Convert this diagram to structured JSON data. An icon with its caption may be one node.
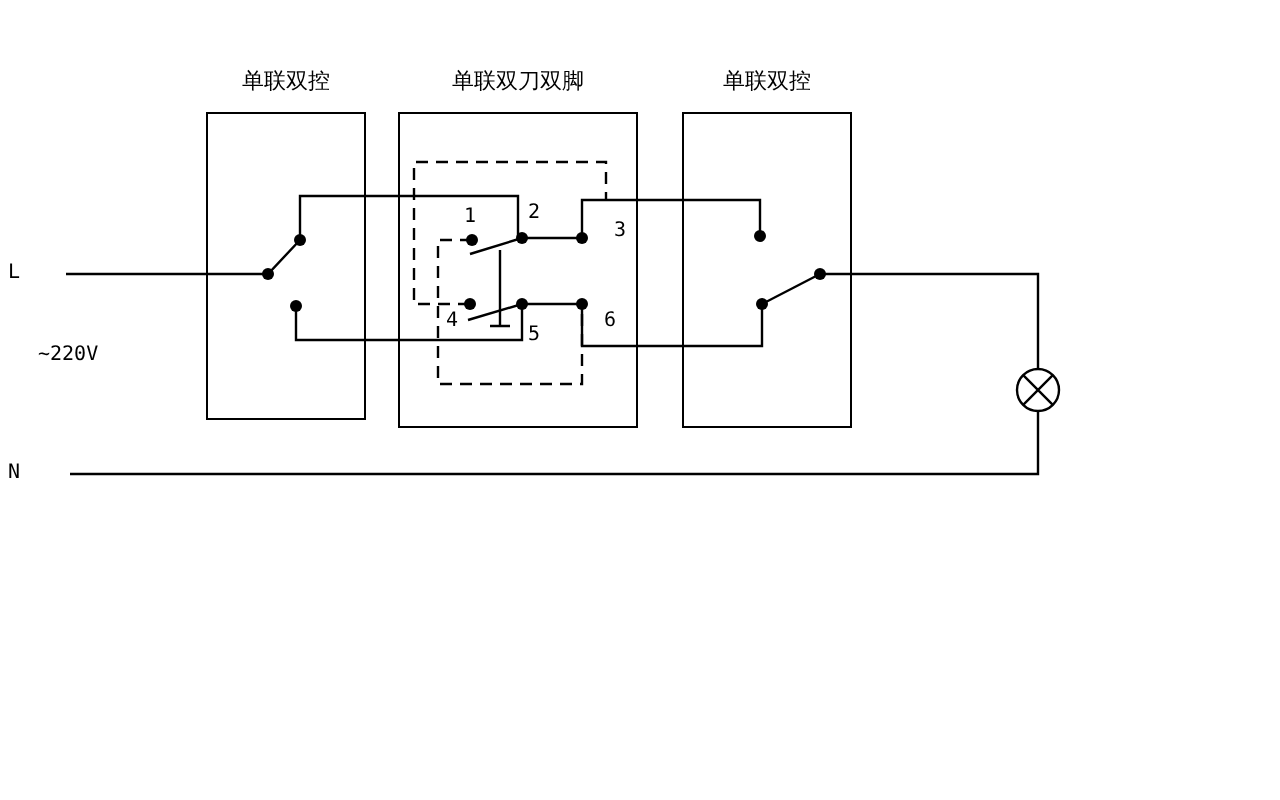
{
  "diagram": {
    "nodes": [
      {
        "text": [
          "单联双控"
        ]
      },
      {
        "text": [
          "单联双刀双脚"
        ]
      },
      {
        "text": [
          "单联双控"
        ]
      }
    ],
    "labels": [
      "1",
      "2",
      "3",
      "L",
      "4",
      "6",
      "5",
      "~220V",
      "N"
    ]
  }
}
